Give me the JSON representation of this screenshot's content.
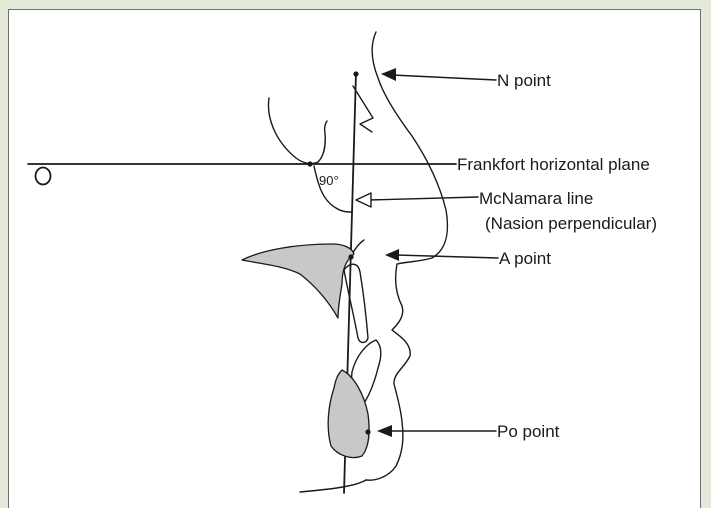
{
  "labels": {
    "n_point": "N point",
    "frankfort": "Frankfort horizontal plane",
    "mcnamara_line": "McNamara line",
    "nasion_perpendicular": "(Nasion perpendicular)",
    "a_point": "A point",
    "po_point": "Po point",
    "angle": "90°"
  },
  "colors": {
    "page_background": "#e4ead9",
    "figure_background": "#ffffff",
    "line": "#1a1a1a",
    "bone_fill": "#c8c8c8"
  }
}
